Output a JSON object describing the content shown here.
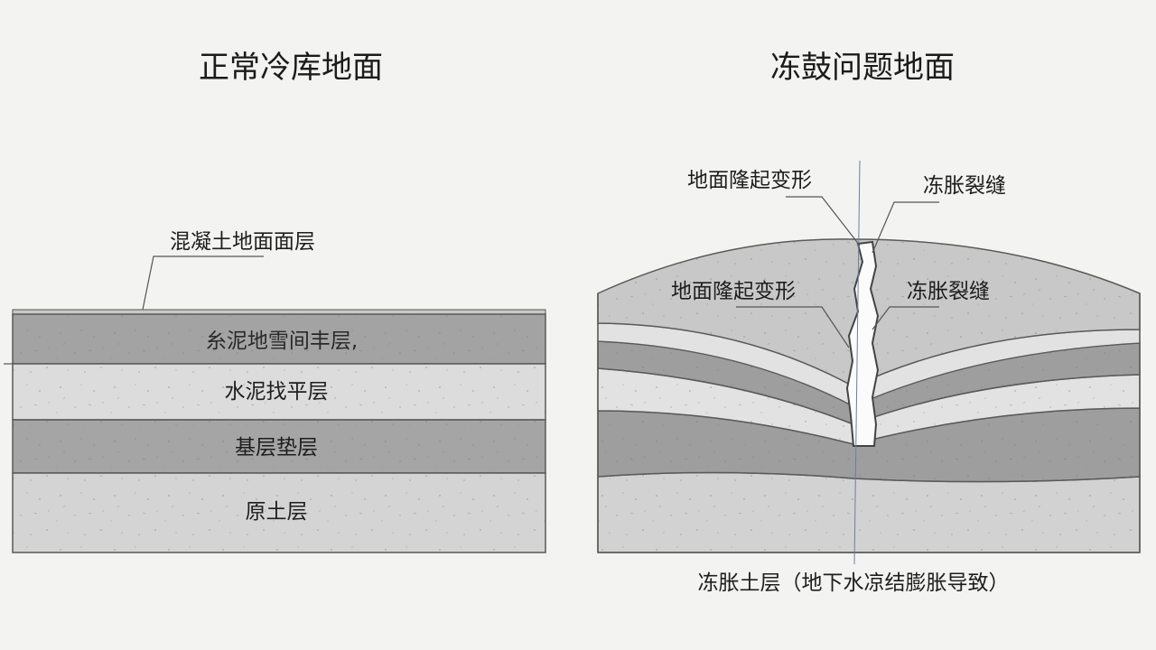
{
  "left_panel": {
    "title": "正常冷库地面",
    "callout": "混凝土地面面层",
    "layers": [
      {
        "label": "糸泥地雪间丰层,",
        "color": "#a3a3a3"
      },
      {
        "label": "水泥找平层",
        "color": "#dcdcdc"
      },
      {
        "label": "基层垫层",
        "color": "#a5a5a5"
      },
      {
        "label": "原土层",
        "color": "#d4d4d4"
      }
    ]
  },
  "right_panel": {
    "title": "冻鼓问题地面",
    "callouts": {
      "top_left": "地面隆起变形",
      "top_right": "冻胀裂缝",
      "inner_left": "地面隆起变形",
      "inner_right": "冻胀裂缝"
    },
    "bottom_label": "冻胀土层（地下水凉结膨胀导致）",
    "colors": {
      "dark_layer": "#9e9e9e",
      "light_layer": "#e2e2e2",
      "dome": "#c8c8c8",
      "soil": "#d2d2d2"
    }
  }
}
